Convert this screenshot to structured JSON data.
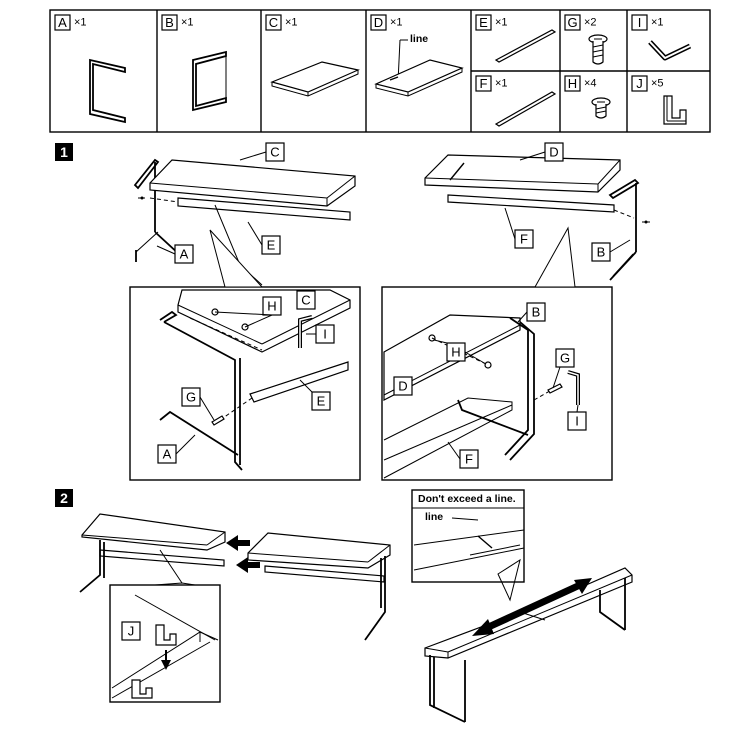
{
  "parts": [
    {
      "id": "A",
      "qty": "×1"
    },
    {
      "id": "B",
      "qty": "×1"
    },
    {
      "id": "C",
      "qty": "×1"
    },
    {
      "id": "D",
      "qty": "×1",
      "note": "line"
    },
    {
      "id": "E",
      "qty": "×1"
    },
    {
      "id": "F",
      "qty": "×1"
    },
    {
      "id": "G",
      "qty": "×2"
    },
    {
      "id": "H",
      "qty": "×4"
    },
    {
      "id": "I",
      "qty": "×1"
    },
    {
      "id": "J",
      "qty": "×5"
    }
  ],
  "steps": {
    "step1": "1",
    "step2": "2"
  },
  "callouts": {
    "warning": "Don't exceed a line.",
    "line": "line"
  }
}
